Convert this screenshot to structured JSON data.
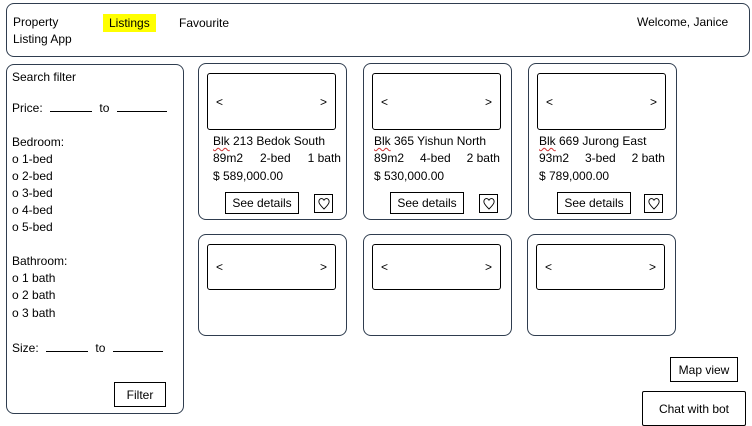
{
  "header": {
    "app_title": "Property Listing App",
    "nav": [
      {
        "label": "Listings",
        "active": true
      },
      {
        "label": "Favourite",
        "active": false
      }
    ],
    "welcome": "Welcome, Janice",
    "highlight_color": "#ffff00"
  },
  "sidebar": {
    "title": "Search filter",
    "price_label": "Price:",
    "to_label": "to",
    "bedroom_label": "Bedroom:",
    "bedroom_options": [
      "o 1-bed",
      "o 2-bed",
      "o 3-bed",
      "o 4-bed",
      "o 5-bed"
    ],
    "bathroom_label": "Bathroom:",
    "bathroom_options": [
      "o 1 bath",
      "o 2 bath",
      "o 3 bath"
    ],
    "size_label": "Size:",
    "filter_button": "Filter"
  },
  "listings": [
    {
      "title_first": "Blk",
      "title_rest": " 213 Bedok South",
      "size": "89m2",
      "beds": "2-bed",
      "baths": "1 bath",
      "price": "$ 589,000.00",
      "button": "See details"
    },
    {
      "title_first": "Blk",
      "title_rest": " 365 Yishun North",
      "size": "89m2",
      "beds": "4-bed",
      "baths": "2 bath",
      "price": "$ 530,000.00",
      "button": "See details"
    },
    {
      "title_first": "Blk",
      "title_rest": " 669 Jurong East",
      "size": "93m2",
      "beds": "3-bed",
      "baths": "2 bath",
      "price": "$ 789,000.00",
      "button": "See details"
    }
  ],
  "carousel": {
    "prev": "<",
    "next": ">"
  },
  "icons": {
    "favourite": "heart-icon",
    "carousel_prev": "chevron-left-icon",
    "carousel_next": "chevron-right-icon"
  },
  "map_view_button": "Map view",
  "chat_button": "Chat with bot"
}
